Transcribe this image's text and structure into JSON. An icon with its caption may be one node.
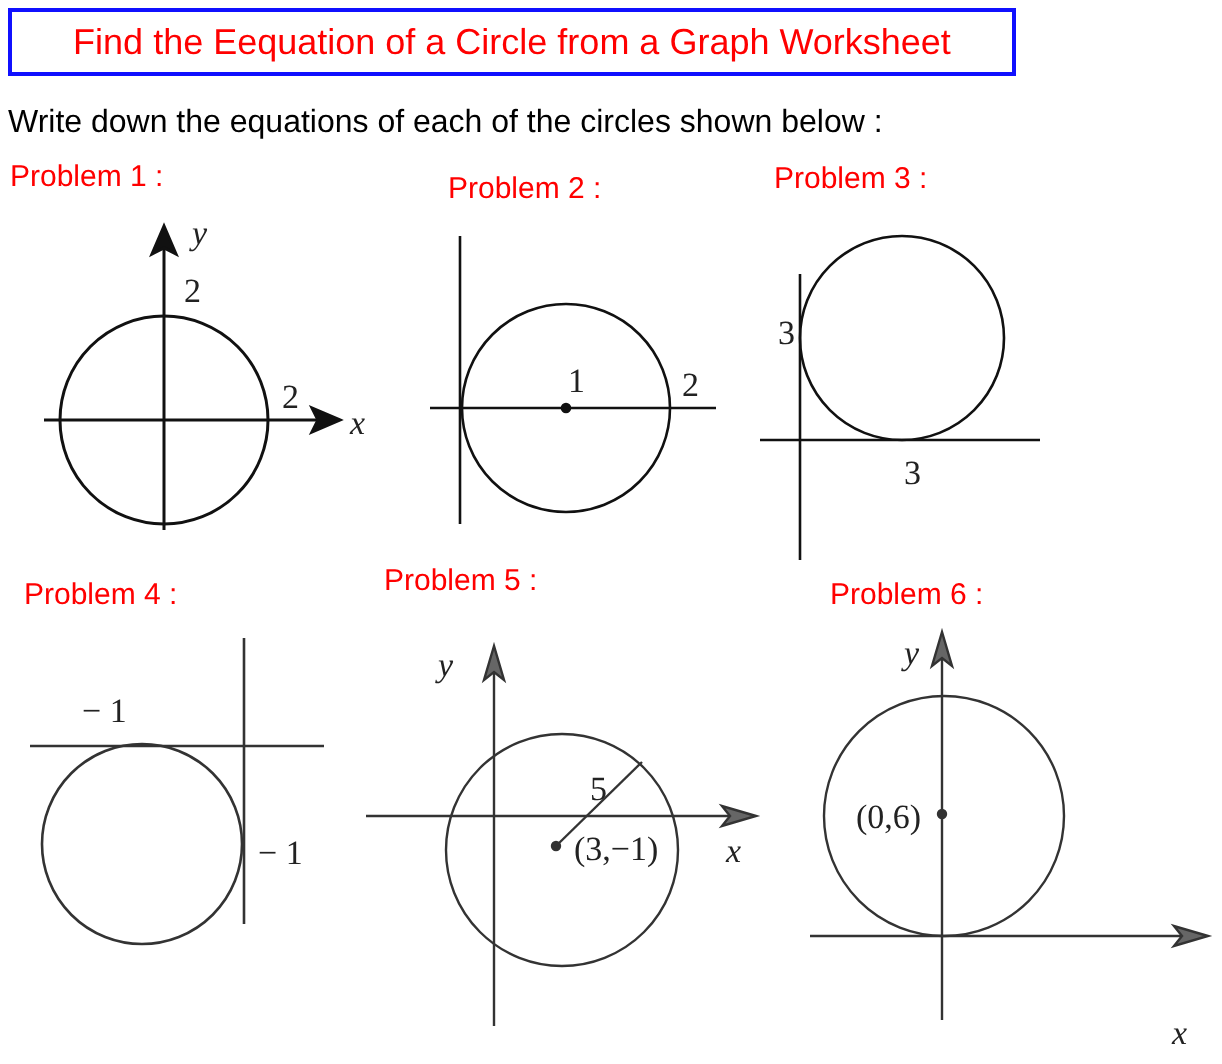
{
  "diagram": {
    "title": "Find the Eequation of a Circle from a Graph Worksheet",
    "labels": [
      "Write down the equations of each of the circles shown below :",
      "Problem 1 :",
      "Problem 2 :",
      "Problem 3 :",
      "y",
      "2",
      "2",
      "x",
      "1",
      "2",
      "3",
      "3",
      "Problem 4 :",
      "Problem 5 :",
      "Problem 6 :",
      "− 1",
      "y",
      "y",
      "5",
      "− 1",
      "(0,6)",
      "(3,−1)",
      "x",
      "x"
    ]
  }
}
